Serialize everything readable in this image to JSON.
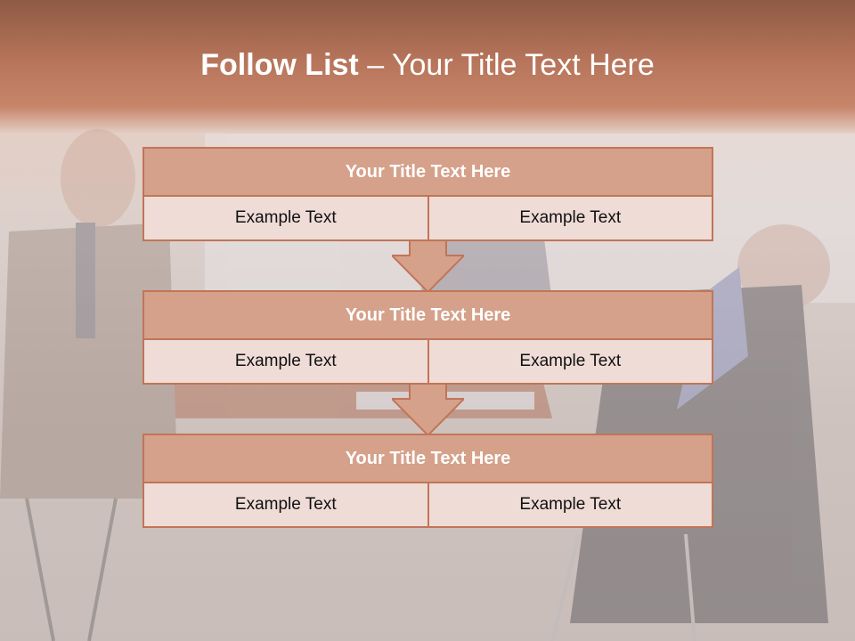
{
  "slide": {
    "title_bold": "Follow List",
    "title_rest": "  – Your Title Text Here"
  },
  "steps": [
    {
      "title": "Your Title Text Here",
      "left": "Example Text",
      "right": "Example Text"
    },
    {
      "title": "Your Title Text Here",
      "left": "Example Text",
      "right": "Example Text"
    },
    {
      "title": "Your Title Text Here",
      "left": "Example Text",
      "right": "Example Text"
    }
  ],
  "colors": {
    "accent": "#c17557",
    "header_fill": "#d5a18a",
    "cell_fill": "#efdcd7"
  }
}
